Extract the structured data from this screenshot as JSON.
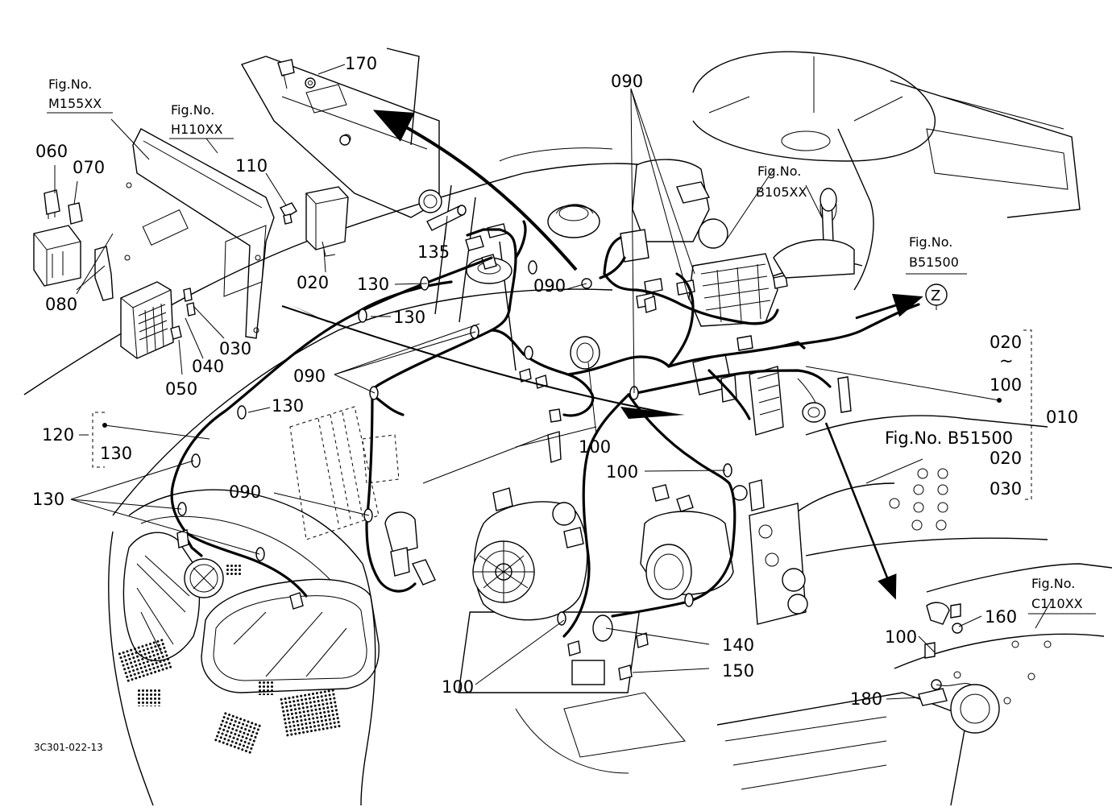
{
  "colors": {
    "ink": "#000000",
    "paper": "#ffffff"
  },
  "fig_refs": {
    "m155": {
      "caption": "Fig.No.",
      "code": "M155XX"
    },
    "h110": {
      "caption": "Fig.No.",
      "code": "H110XX"
    },
    "b105": {
      "caption": "Fig.No.",
      "code": "B105XX"
    },
    "b515": {
      "caption": "Fig.No.",
      "code": "B51500"
    },
    "c110": {
      "caption": "Fig.No.",
      "code": "C110XX"
    },
    "b515_inline": "Fig.No. B51500"
  },
  "zone_marker": "Z",
  "part_labels": {
    "p170": "170",
    "p060": "060",
    "p070": "070",
    "p110": "110",
    "p020": "020",
    "p135": "135",
    "p080": "080",
    "p030": "030",
    "p040": "040",
    "p050": "050",
    "p130a": "130",
    "p130b": "130",
    "p090a": "090",
    "p090b": "090",
    "p090c": "090",
    "p090d": "090",
    "p130c": "130",
    "p120": "120",
    "p130d": "130",
    "p130e": "130",
    "p100a": "100",
    "p100b": "100",
    "p100c": "100",
    "p100d": "100",
    "p140": "140",
    "p150": "150",
    "p160": "160",
    "p180": "180",
    "p010": "010",
    "r020a": "020",
    "r_tilde": "~",
    "r100": "100",
    "r020b": "020",
    "r030": "030"
  },
  "drawing_code": "3C301-022-13"
}
